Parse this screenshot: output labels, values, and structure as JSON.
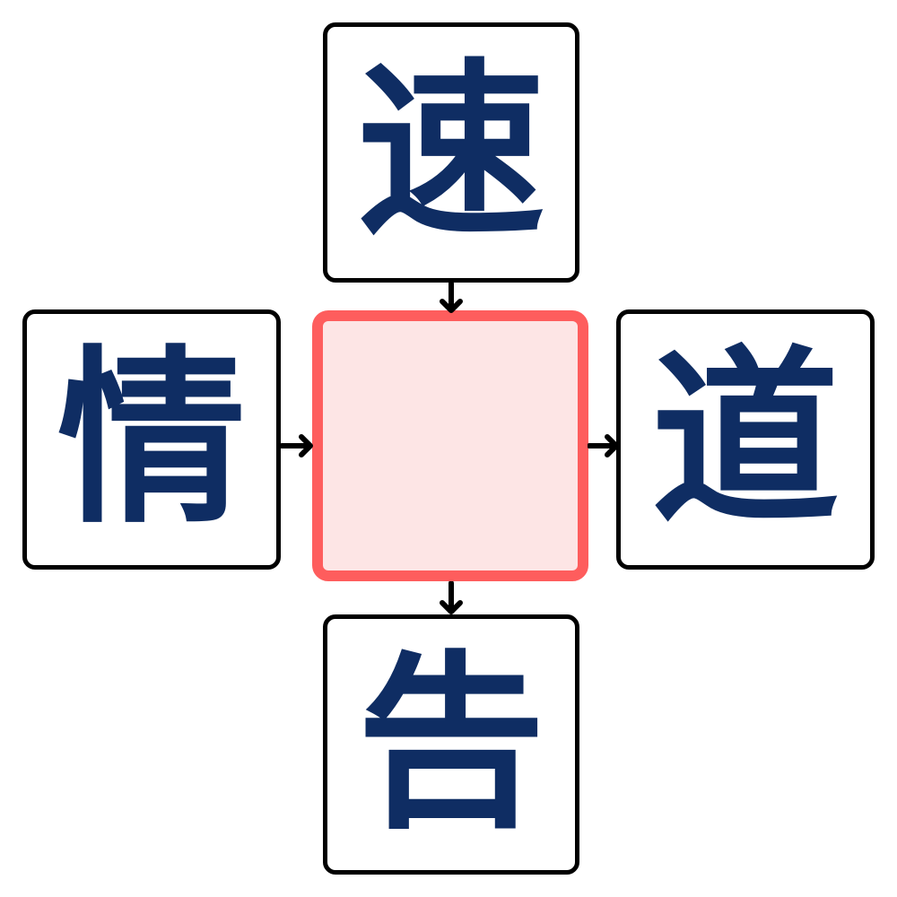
{
  "puzzle": {
    "type": "kanji-crossword",
    "top": {
      "char": "速",
      "position": "top",
      "arrow": "into-center"
    },
    "left": {
      "char": "情",
      "position": "left",
      "arrow": "into-center"
    },
    "right": {
      "char": "道",
      "position": "right",
      "arrow": "out-of-center"
    },
    "bottom": {
      "char": "告",
      "position": "bottom",
      "arrow": "out-of-center"
    },
    "center": {
      "char": "",
      "placeholder": ""
    }
  },
  "colors": {
    "kanji": "#0f2d63",
    "box_border": "#000000",
    "center_border": "#fe5d5d",
    "center_fill": "#fde5e5"
  }
}
